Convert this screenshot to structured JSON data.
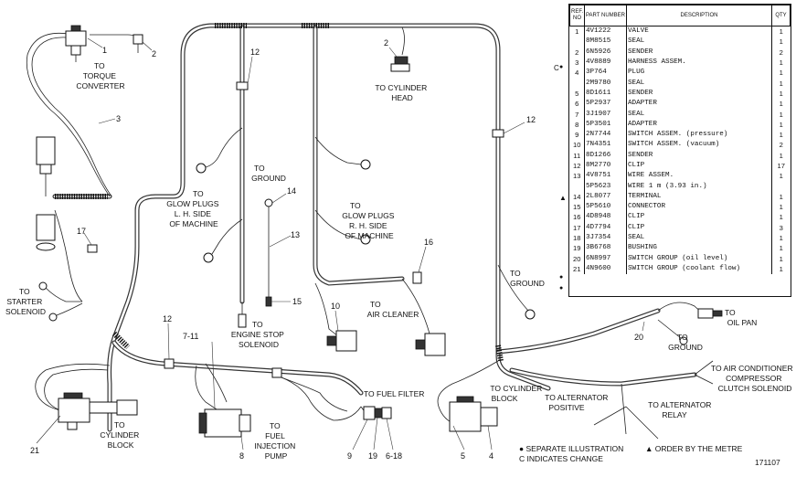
{
  "table": {
    "headers": {
      "ref": "REF. NO",
      "part": "PART NUMBER",
      "desc": "DESCRIPTION",
      "qty": "QTY"
    },
    "rows": [
      {
        "ref": "1",
        "part": "4V1222",
        "desc": "VALVE",
        "qty": "1"
      },
      {
        "ref": "",
        "part": "8M8515",
        "desc": "SEAL",
        "qty": "1"
      },
      {
        "ref": "2",
        "part": "6N5926",
        "desc": "SENDER",
        "qty": "2"
      },
      {
        "ref": "3",
        "part": "4V8889",
        "desc": "HARNESS ASSEM.",
        "qty": "1"
      },
      {
        "ref": "4",
        "part": "3P764",
        "desc": "PLUG",
        "qty": "1"
      },
      {
        "ref": "",
        "part": "2M9780",
        "desc": "SEAL",
        "qty": "1"
      },
      {
        "ref": "5",
        "part": "8D1611",
        "desc": "SENDER",
        "qty": "1"
      },
      {
        "ref": "6",
        "part": "5P2937",
        "desc": "ADAPTER",
        "qty": "1"
      },
      {
        "ref": "7",
        "part": "3J1907",
        "desc": "SEAL",
        "qty": "1"
      },
      {
        "ref": "8",
        "part": "5P3501",
        "desc": "ADAPTER",
        "qty": "1"
      },
      {
        "ref": "9",
        "part": "2N7744",
        "desc": "SWITCH ASSEM. (pressure)",
        "qty": "1"
      },
      {
        "ref": "10",
        "part": "7N4351",
        "desc": "SWITCH ASSEM. (vacuum)",
        "qty": "2"
      },
      {
        "ref": "11",
        "part": "8D1266",
        "desc": "SENDER",
        "qty": "1"
      },
      {
        "ref": "12",
        "part": "8M2770",
        "desc": "CLIP",
        "qty": "17"
      },
      {
        "ref": "13",
        "part": "4V8751",
        "desc": "WIRE ASSEM.",
        "qty": "1"
      },
      {
        "ref": "",
        "part": "5P5623",
        "desc": "WIRE          1 m (3.93 in.)",
        "qty": ""
      },
      {
        "ref": "14",
        "part": "2L8077",
        "desc": "TERMINAL",
        "qty": "1"
      },
      {
        "ref": "15",
        "part": "5P5610",
        "desc": "CONNECTOR",
        "qty": "1"
      },
      {
        "ref": "16",
        "part": "4D8948",
        "desc": "CLIP",
        "qty": "1"
      },
      {
        "ref": "17",
        "part": "4D7794",
        "desc": "CLIP",
        "qty": "3"
      },
      {
        "ref": "18",
        "part": "3J7354",
        "desc": "SEAL",
        "qty": "1"
      },
      {
        "ref": "19",
        "part": "3B6768",
        "desc": "BUSHING",
        "qty": "1"
      },
      {
        "ref": "20",
        "part": "6N8997",
        "desc": "SWITCH GROUP (oil level)",
        "qty": "1"
      },
      {
        "ref": "21",
        "part": "4N9600",
        "desc": "SWITCH GROUP (coolant flow)",
        "qty": "1"
      }
    ],
    "marks": {
      "change": "C",
      "bullet": "●",
      "metre": "▲"
    }
  },
  "callouts": {
    "torque_converter": [
      "TO",
      "TORQUE",
      "CONVERTER"
    ],
    "cylinder_head": [
      "TO CYLINDER",
      "HEAD"
    ],
    "ground_top": [
      "TO",
      "GROUND"
    ],
    "glow_lh": [
      "TO",
      "GLOW PLUGS",
      "L. H. SIDE",
      "OF MACHINE"
    ],
    "glow_rh": [
      "TO",
      "GLOW PLUGS",
      "R. H. SIDE",
      "OF MACHINE"
    ],
    "starter": [
      "TO",
      "STARTER",
      "SOLENOID"
    ],
    "engine_stop": [
      "TO",
      "ENGINE STOP",
      "SOLENOID"
    ],
    "air_cleaner": [
      "TO",
      "AIR CLEANER"
    ],
    "ground_mid": [
      "TO",
      "GROUND"
    ],
    "fuel_filter": [
      "TO FUEL FILTER"
    ],
    "fuel_pump": [
      "TO",
      "FUEL",
      "INJECTION",
      "PUMP"
    ],
    "cyl_block_left": [
      "TO",
      "CYLINDER",
      "BLOCK"
    ],
    "cyl_block_right": [
      "TO CYLINDER",
      "BLOCK"
    ],
    "alt_positive": [
      "TO ALTERNATOR",
      "POSITIVE"
    ],
    "alt_relay": [
      "TO ALTERNATOR",
      "RELAY"
    ],
    "oil_pan": [
      "TO",
      "OIL PAN"
    ],
    "ground_right": [
      "TO",
      "GROUND"
    ],
    "air_cond": [
      "TO AIR CONDITIONER",
      "COMPRESSOR",
      "CLUTCH SOLENOID"
    ]
  },
  "refs": {
    "r1": "1",
    "r2a": "2",
    "r2b": "2",
    "r3": "3",
    "r4": "4",
    "r5": "5",
    "r6_18": "6-18",
    "r7_11": "7-11",
    "r8": "8",
    "r9": "9",
    "r10": "10",
    "r12a": "12",
    "r12b": "12",
    "r12c": "12",
    "r13": "13",
    "r14": "14",
    "r15": "15",
    "r16": "16",
    "r17": "17",
    "r19": "19",
    "r20": "20",
    "r21": "21"
  },
  "legend": {
    "bullet": "● SEPARATE ILLUSTRATION",
    "change": "C INDICATES CHANGE",
    "metre": "▲ ORDER BY THE METRE"
  },
  "figure_number": "171107"
}
